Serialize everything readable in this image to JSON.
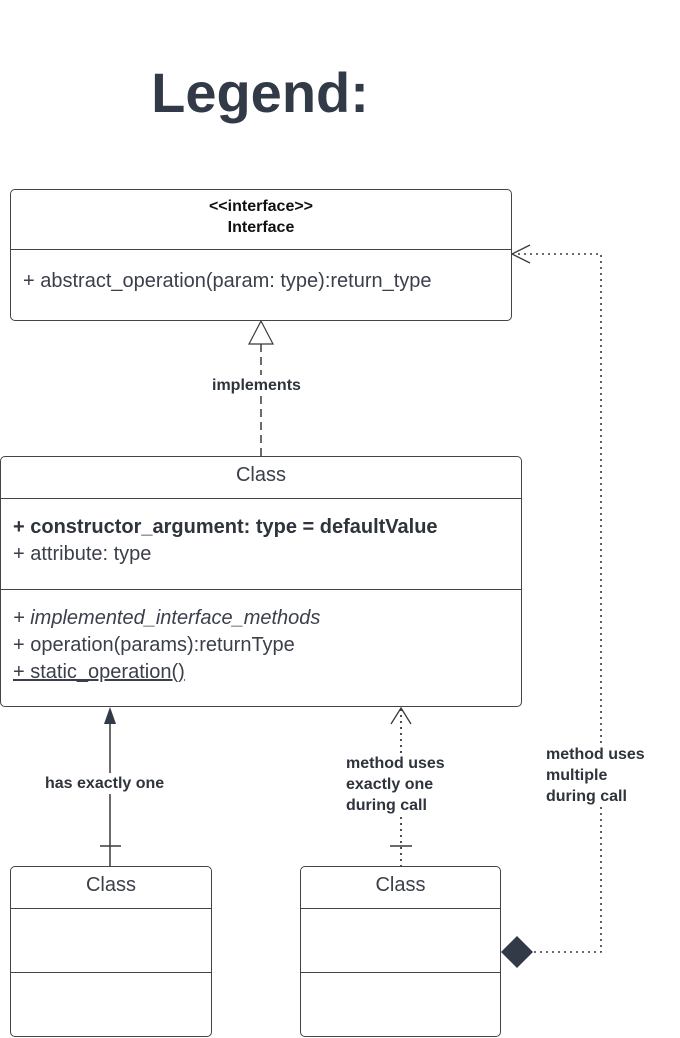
{
  "legend_title": "Legend:",
  "interface_box": {
    "stereotype": "<<interface>>",
    "name": "Interface",
    "operation": "+ abstract_operation(param: type):return_type"
  },
  "main_class": {
    "name": "Class",
    "constructor_arg": "+ constructor_argument: type = defaultValue",
    "attribute": "+ attribute: type",
    "implemented_methods": "+ implemented_interface_methods",
    "operation": "+ operation(params):returnType",
    "static_operation": "+ static_operation()"
  },
  "left_class": {
    "name": "Class"
  },
  "right_class": {
    "name": "Class"
  },
  "relations": {
    "implements": "implements",
    "has_one": "has exactly one",
    "uses_one": [
      "method uses",
      "exactly one",
      "during call"
    ],
    "uses_multiple": [
      "method uses",
      "multiple",
      "during call"
    ]
  },
  "colors": {
    "line": "#3a3a3a",
    "text": "#3a3f4a",
    "diamond": "#333a47"
  }
}
